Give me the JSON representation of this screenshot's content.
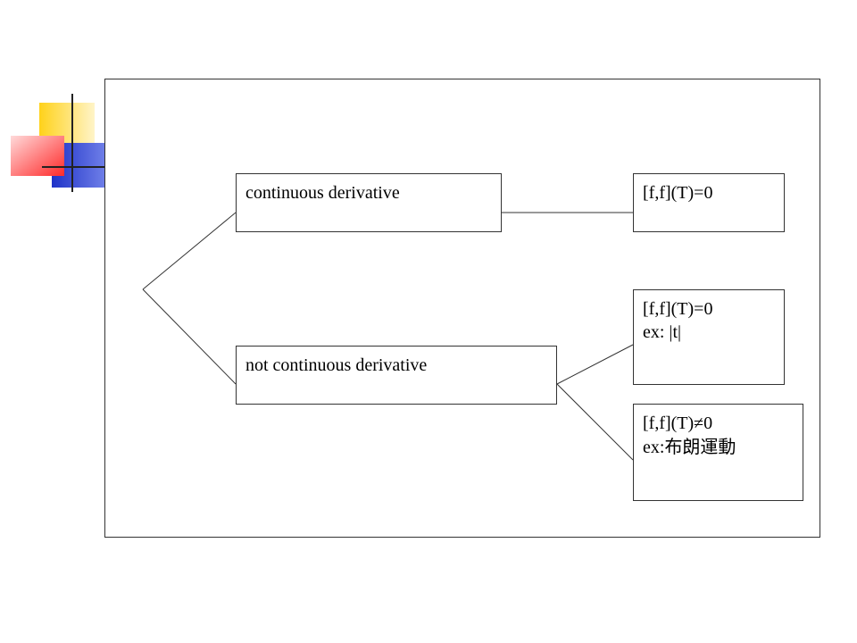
{
  "diagram": {
    "nodes": {
      "continuous": {
        "text": "continuous derivative"
      },
      "not_continuous": {
        "text": "not continuous derivative"
      },
      "result_zero_top": {
        "line1": "[f,f](T)=0"
      },
      "result_zero_abs": {
        "line1": "[f,f](T)=0",
        "line2": "ex: |t|"
      },
      "result_nonzero": {
        "line1": "[f,f](T)≠0",
        "line2_prefix": "ex:",
        "line2_cjk": "布朗運動"
      }
    }
  },
  "colors": {
    "logo_yellow": "#FFD700",
    "logo_red": "#FF3B3B",
    "logo_blue": "#2A3FD0",
    "border": "#333333"
  }
}
